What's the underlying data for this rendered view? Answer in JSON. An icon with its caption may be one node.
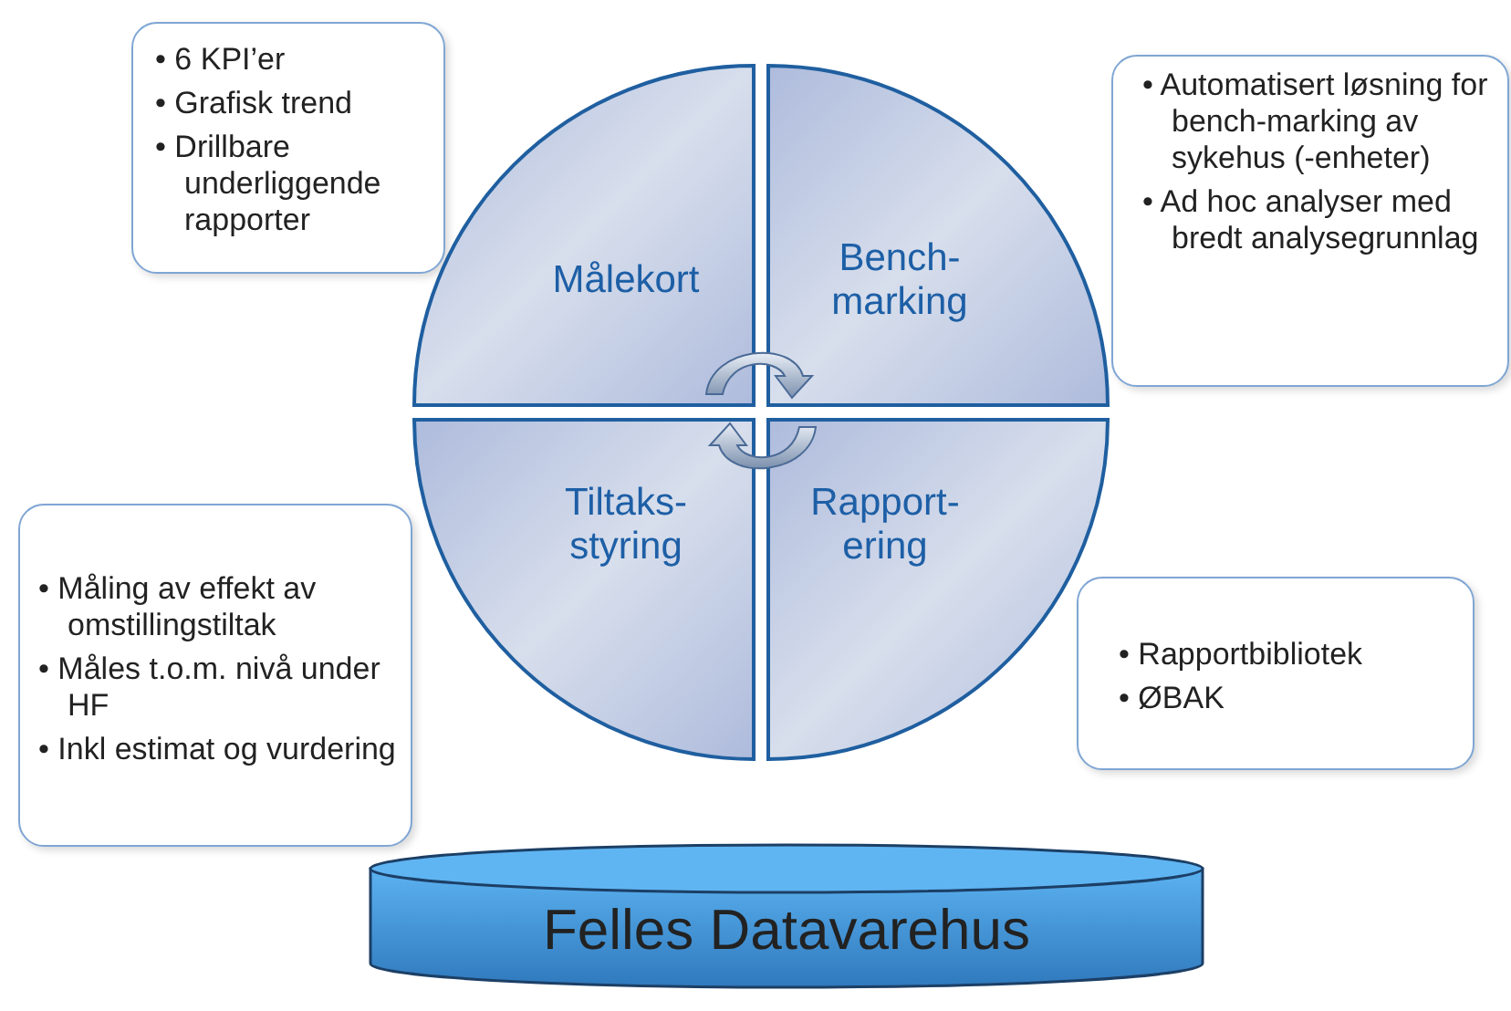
{
  "diagram": {
    "nodes": [
      {
        "text": [
          "• 6 KPI’er",
          "• Grafisk trend",
          "• Drillbare underliggende rapporter"
        ]
      },
      {
        "text": [
          "• Automatisert løsning for bench-marking av sykehus (-enheter)",
          "• Ad hoc analyser med bredt analysegrunnlag"
        ]
      },
      {
        "text": [
          "• Måling av effekt av omstillingstiltak",
          "• Måles t.o.m. nivå under HF",
          "• Inkl estimat og vurdering"
        ]
      },
      {
        "text": [
          "• Rapportbibliotek",
          "• ØBAK"
        ]
      },
      {
        "text": [
          "Målekort"
        ]
      },
      {
        "text": [
          "Bench- marking"
        ]
      },
      {
        "text": [
          "Tiltaks- styring"
        ]
      },
      {
        "text": [
          "Rapport- ering"
        ]
      },
      {
        "text": [
          "Felles Datavarehus"
        ]
      }
    ],
    "edges": []
  }
}
